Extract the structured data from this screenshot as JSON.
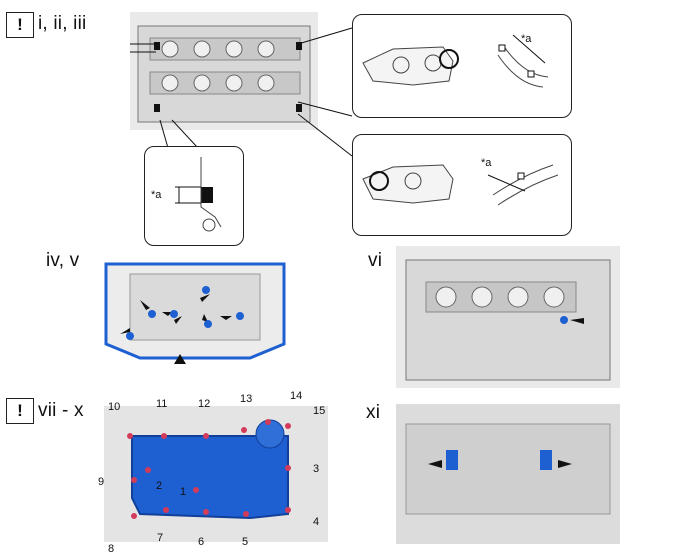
{
  "steps": {
    "step1": {
      "label": "i, ii, iii",
      "warning": "!"
    },
    "step2": {
      "label": "iv, v"
    },
    "step3": {
      "label": "vi"
    },
    "step4": {
      "label": "vii - x",
      "warning": "!"
    },
    "step5": {
      "label": "xi"
    }
  },
  "callouts": {
    "detail_left": "*a",
    "detail_top_right": "*a",
    "detail_bottom_right": "*a"
  },
  "bolt_sequence": [
    "1",
    "2",
    "3",
    "4",
    "5",
    "6",
    "7",
    "8",
    "9",
    "10",
    "11",
    "12",
    "13",
    "14",
    "15"
  ],
  "colors": {
    "highlight_blue": "#1e5fd1",
    "bolt_marker": "#d23c5a",
    "arrow": "#111111"
  }
}
